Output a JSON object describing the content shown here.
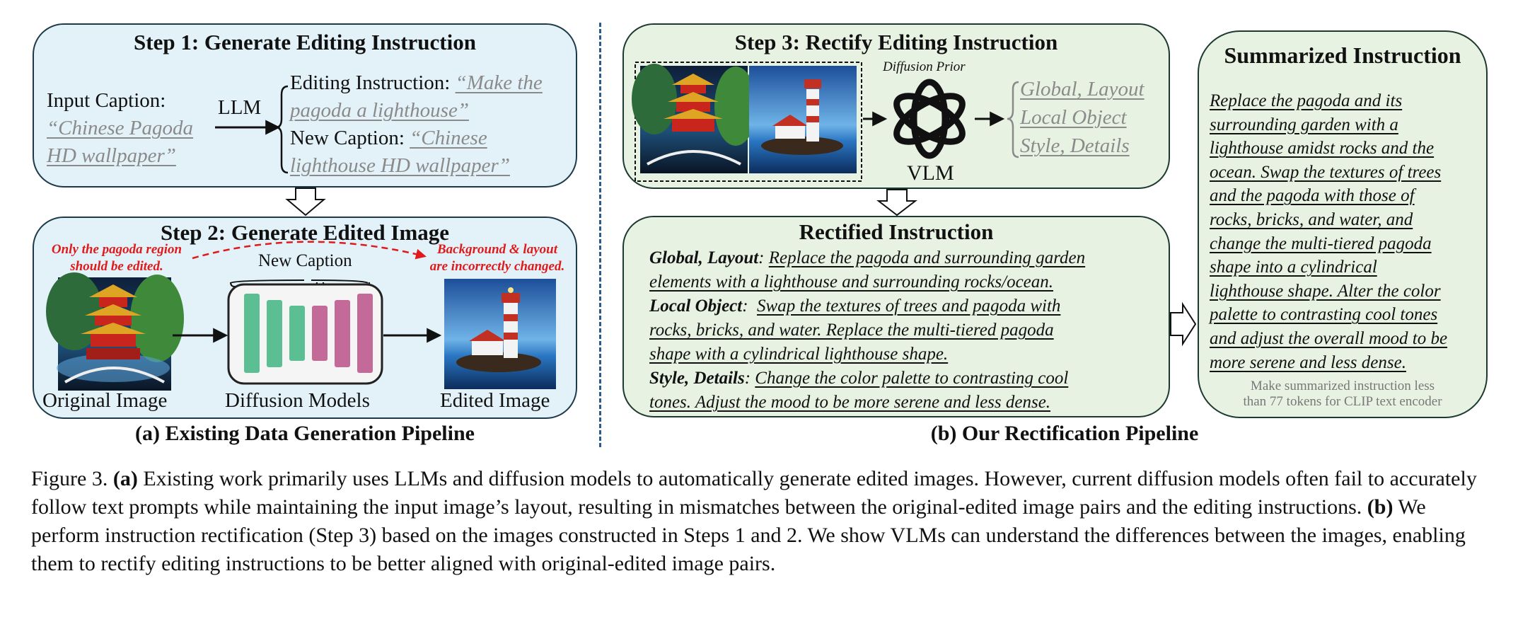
{
  "panel_a": {
    "step1": {
      "title": "Step 1: Generate Editing Instruction",
      "input_caption_label": "Input Caption:",
      "input_caption_line1": "“Chinese Pagoda",
      "input_caption_line2": "HD wallpaper”",
      "llm_label": "LLM",
      "editing_instruction_label": "Editing Instruction:",
      "editing_instruction_line1": "“Make the",
      "editing_instruction_line2": "pagoda a lighthouse”",
      "new_caption_label": "New Caption:",
      "new_caption_line1": "“Chinese",
      "new_caption_line2": "lighthouse HD wallpaper”"
    },
    "step2": {
      "title": "Step 2: Generate Edited Image",
      "note_left_line1": "Only the pagoda region",
      "note_left_line2": "should be edited.",
      "note_right_line1": "Background & layout",
      "note_right_line2": "are incorrectly changed.",
      "new_caption": "New Caption",
      "original_image": "Original Image",
      "diffusion_models": "Diffusion Models",
      "edited_image": "Edited Image"
    },
    "caption": "(a) Existing Data Generation Pipeline"
  },
  "panel_b": {
    "step3": {
      "title": "Step 3: Rectify Editing Instruction",
      "diffusion_prior": "Diffusion Prior",
      "vlm": "VLM",
      "aspects": [
        "Global, Layout",
        "Local Object",
        "Style, Details"
      ]
    },
    "rectified": {
      "title": "Rectified Instruction",
      "global_label": "Global, Layout",
      "global_line1": "Replace the pagoda and surrounding garden",
      "global_line2": "elements with a lighthouse and surrounding rocks/ocean.",
      "local_label": "Local Object",
      "local_line1": "Swap the textures of trees and pagoda with",
      "local_line2": "rocks, bricks, and water. Replace the multi-tiered pagoda",
      "local_line3": "shape with a cylindrical lighthouse shape.",
      "style_label": "Style, Details",
      "style_line1": "Change the color palette to contrasting cool",
      "style_line2": "tones. Adjust the mood to be more serene and less dense."
    },
    "summarized": {
      "title": "Summarized Instruction",
      "lines": [
        "Replace the pagoda and its",
        "surrounding garden with a",
        "lighthouse amidst rocks and the",
        "ocean. Swap the textures of trees",
        "and the pagoda with those of",
        "rocks, bricks, and water, and",
        "change the multi-tiered pagoda",
        "shape into a cylindrical",
        "lighthouse shape. Alter the color",
        "palette to contrasting cool tones",
        "and adjust the overall mood to be",
        "more serene and less dense."
      ],
      "note_line1": "Make summarized instruction less",
      "note_line2": "than 77 tokens for CLIP text encoder"
    },
    "caption": "(b) Our Rectification Pipeline"
  },
  "figure_caption": {
    "fig_label": "Figure 3.",
    "a_label": "(a)",
    "a_text": "Existing work primarily uses LLMs and diffusion models to automatically generate edited images. However, current diffusion models often fail to accurately follow text prompts while maintaining the input image’s layout, resulting in mismatches between the original-edited image pairs and the editing instructions.",
    "b_label": "(b)",
    "b_text": "We perform instruction rectification (Step 3) based on the images constructed in Steps 1 and 2. We show VLMs can understand the differences between the images, enabling them to rectify editing instructions to be better aligned with original-edited image pairs."
  },
  "colors": {
    "blue_box": "#e3f2f9",
    "green_box": "#e8f2e2",
    "red_note": "#e01a1a",
    "unet_green": "#5cbf94",
    "unet_pink": "#c46a98"
  }
}
